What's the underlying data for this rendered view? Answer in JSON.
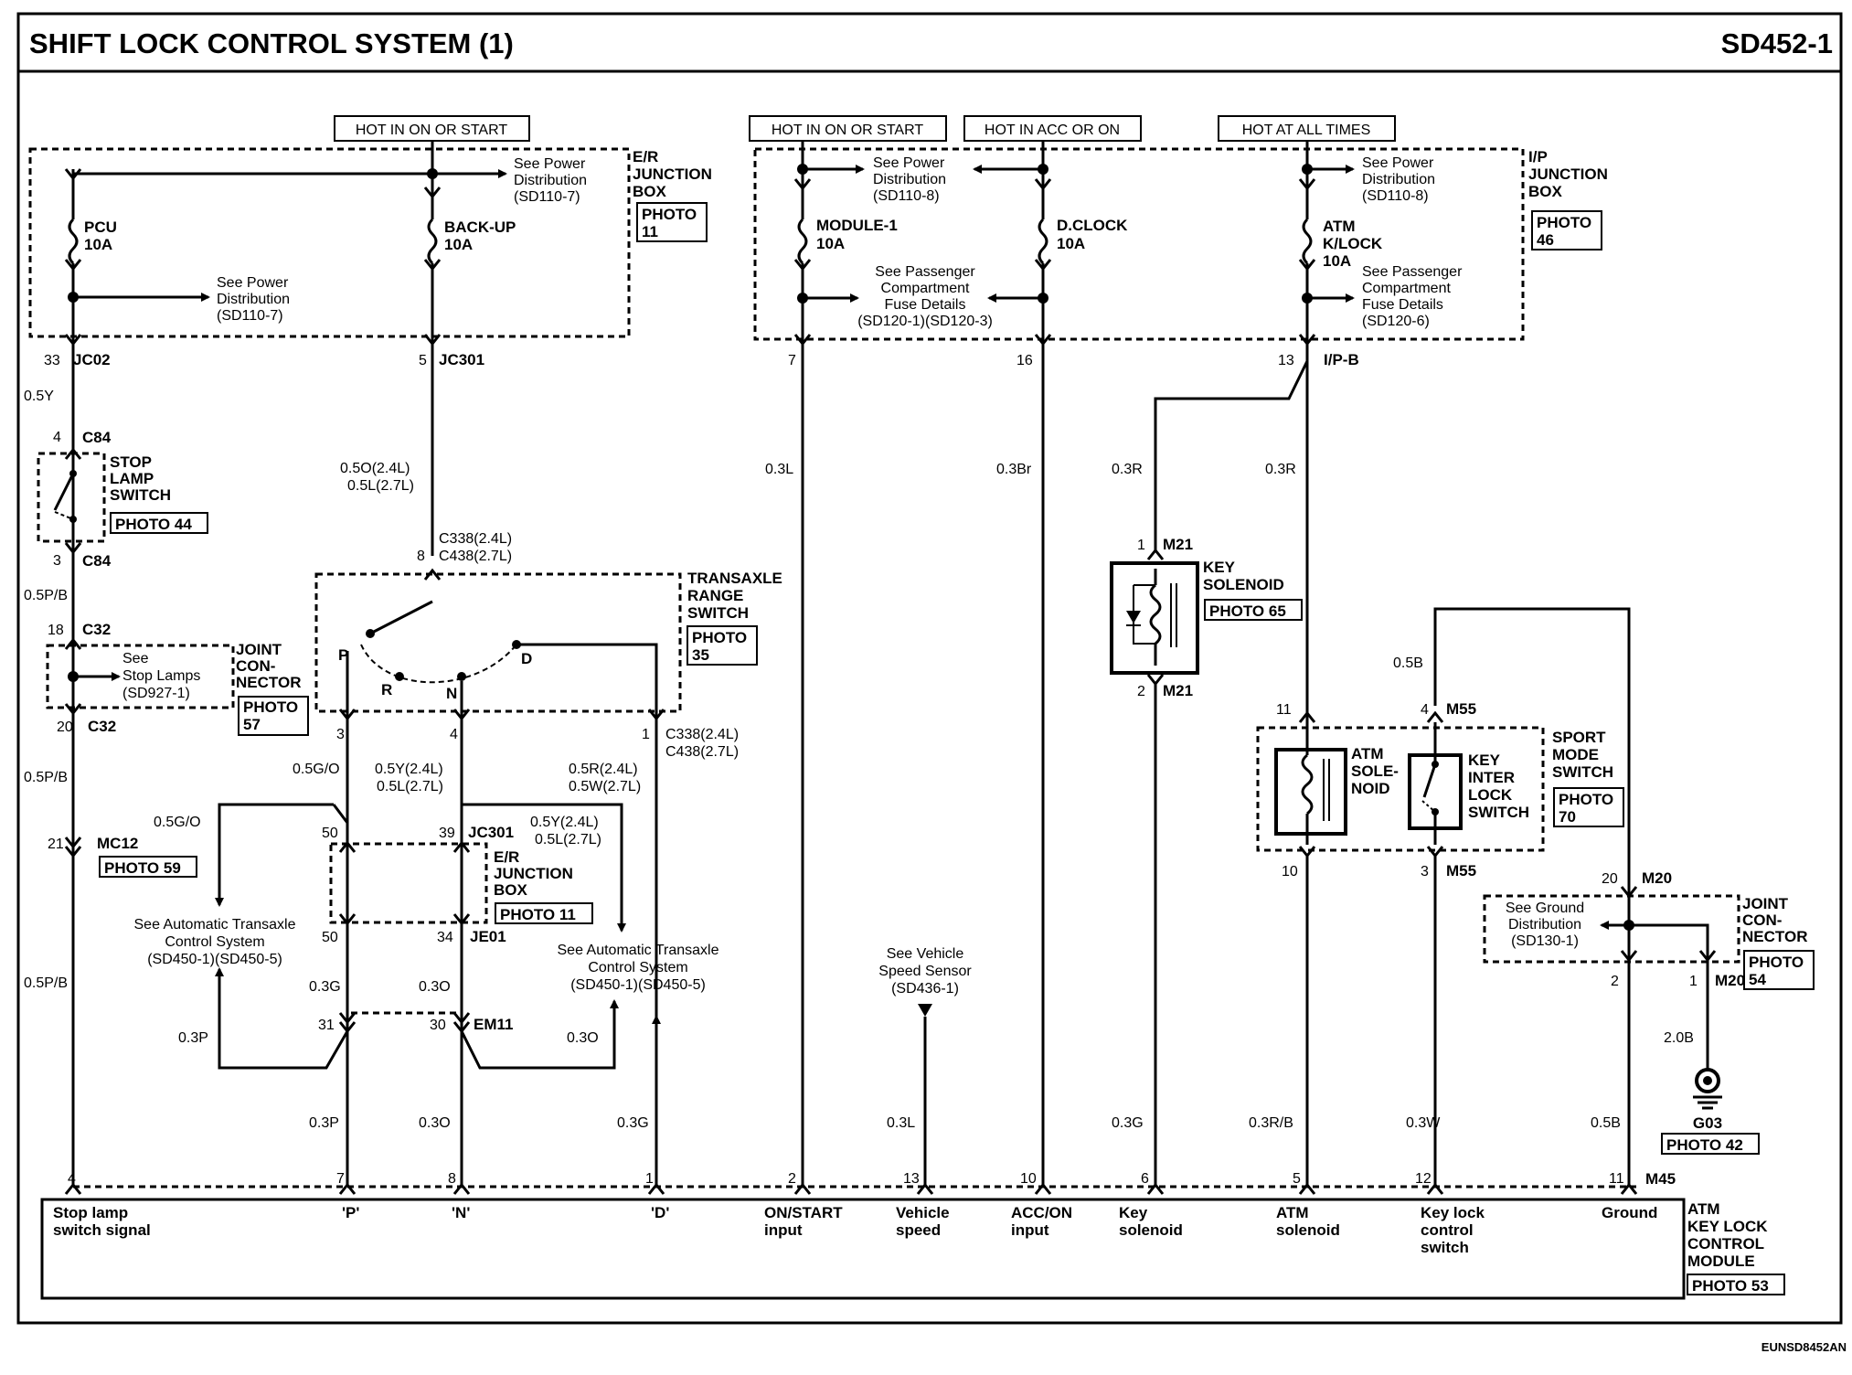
{
  "title": "SHIFT LOCK CONTROL SYSTEM (1)",
  "page_code": "SD452-1",
  "footer_code": "EUNSD8452AN",
  "hot_labels": [
    "HOT IN ON OR START",
    "HOT IN ON OR START",
    "HOT IN ACC OR ON",
    "HOT AT ALL TIMES"
  ],
  "junction_boxes": {
    "er": [
      "E/R",
      "JUNCTION",
      "BOX"
    ],
    "ip": [
      "I/P",
      "JUNCTION",
      "BOX"
    ],
    "er_mid": [
      "E/R",
      "JUNCTION",
      "BOX"
    ]
  },
  "photos": [
    "PHOTO",
    "11",
    "PHOTO",
    "46",
    "PHOTO 44",
    "PHOTO",
    "57",
    "PHOTO",
    "35",
    "PHOTO 59",
    "PHOTO 11",
    "PHOTO 65",
    "PHOTO",
    "70",
    "PHOTO",
    "54",
    "PHOTO 42",
    "PHOTO 53"
  ],
  "fuses": [
    {
      "name": "PCU",
      "rating": "10A"
    },
    {
      "name": "BACK-UP",
      "rating": "10A"
    },
    {
      "name": "MODULE-1",
      "rating": "10A"
    },
    {
      "name": "D.CLOCK",
      "rating": "10A"
    },
    {
      "name": "ATM",
      "name2": "K/LOCK",
      "rating": "10A"
    }
  ],
  "refs": {
    "pd1": [
      "See Power",
      "Distribution",
      "(SD110-7)"
    ],
    "pd2": [
      "See Power",
      "Distribution",
      "(SD110-7)"
    ],
    "pd3": [
      "See Power",
      "Distribution",
      "(SD110-8)"
    ],
    "pd4": [
      "See Power",
      "Distribution",
      "(SD110-8)"
    ],
    "pc1": [
      "See Passenger",
      "Compartment",
      "Fuse Details",
      "(SD120-1)(SD120-3)"
    ],
    "pc2": [
      "See Passenger",
      "Compartment",
      "Fuse Details",
      "(SD120-6)"
    ],
    "stop": [
      "See",
      "Stop Lamps",
      "(SD927-1)"
    ],
    "ats1": [
      "See Automatic Transaxle",
      "Control System",
      "(SD450-1)(SD450-5)"
    ],
    "ats2": [
      "See Automatic Transaxle",
      "Control System",
      "(SD450-1)(SD450-5)"
    ],
    "vss": [
      "See Vehicle",
      "Speed Sensor",
      "(SD436-1)"
    ],
    "gnd": [
      "See Ground",
      "Distribution",
      "(SD130-1)"
    ]
  },
  "components": {
    "stop_switch": [
      "STOP",
      "LAMP",
      "SWITCH"
    ],
    "joint1": [
      "JOINT",
      "CON-",
      "NECTOR"
    ],
    "trs": [
      "TRANSAXLE",
      "RANGE",
      "SWITCH"
    ],
    "key_solenoid": [
      "KEY",
      "SOLENOID"
    ],
    "atm_solenoid": [
      "ATM",
      "SOLE-",
      "NOID"
    ],
    "key_interlock": [
      "KEY",
      "INTER",
      "LOCK",
      "SWITCH"
    ],
    "sport_mode": [
      "SPORT",
      "MODE",
      "SWITCH"
    ],
    "joint2": [
      "JOINT",
      "CON-",
      "NECTOR"
    ],
    "module": [
      "ATM",
      "KEY LOCK",
      "CONTROL",
      "MODULE"
    ]
  },
  "switch_positions": [
    "P",
    "R",
    "N",
    "D"
  ],
  "connectors": [
    "JC02",
    "C84",
    "C84",
    "C32",
    "C32",
    "MC12",
    "JC301",
    "C338(2.4L)",
    "C438(2.7L)",
    "C338(2.4L)",
    "C438(2.7L)",
    "JC301",
    "JE01",
    "EM11",
    "I/P-B",
    "M21",
    "M21",
    "M55",
    "M55",
    "M20",
    "M20",
    "G03",
    "M45"
  ],
  "wire_colors": [
    "0.5Y",
    "0.5P/B",
    "0.5P/B",
    "0.5P/B",
    "0.5O(2.4L)",
    "0.5L(2.7L)",
    "0.5G/O",
    "0.5Y(2.4L)",
    "0.5L(2.7L)",
    "0.5R(2.4L)",
    "0.5W(2.7L)",
    "0.5G/O",
    "0.5Y(2.4L)",
    "0.5L(2.7L)",
    "0.3G",
    "0.3O",
    "0.3P",
    "0.3O",
    "0.3P",
    "0.3O",
    "0.3G",
    "0.3L",
    "0.3Br",
    "0.3R",
    "0.3R",
    "0.5B",
    "0.3L",
    "0.3G",
    "0.3R/B",
    "0.3W",
    "0.5B",
    "2.0B"
  ],
  "pins": [
    "33",
    "5",
    "7",
    "16",
    "13",
    "4",
    "3",
    "18",
    "20",
    "21",
    "8",
    "3",
    "4",
    "1",
    "50",
    "39",
    "50",
    "34",
    "31",
    "30",
    "4",
    "7",
    "8",
    "1",
    "2",
    "13",
    "10",
    "6",
    "5",
    "12",
    "11",
    "1",
    "2",
    "11",
    "4",
    "10",
    "3",
    "20",
    "2",
    "1"
  ],
  "module_pins": [
    {
      "line1": "Stop lamp",
      "line2": "switch signal"
    },
    {
      "line1": "'P'",
      "line2": ""
    },
    {
      "line1": "'N'",
      "line2": ""
    },
    {
      "line1": "'D'",
      "line2": ""
    },
    {
      "line1": "ON/START",
      "line2": "input"
    },
    {
      "line1": "Vehicle",
      "line2": "speed"
    },
    {
      "line1": "ACC/ON",
      "line2": "input"
    },
    {
      "line1": "Key",
      "line2": "solenoid"
    },
    {
      "line1": "ATM",
      "line2": "solenoid"
    },
    {
      "line1": "Key lock",
      "line2": "control",
      "line3": "switch"
    },
    {
      "line1": "Ground",
      "line2": ""
    }
  ]
}
